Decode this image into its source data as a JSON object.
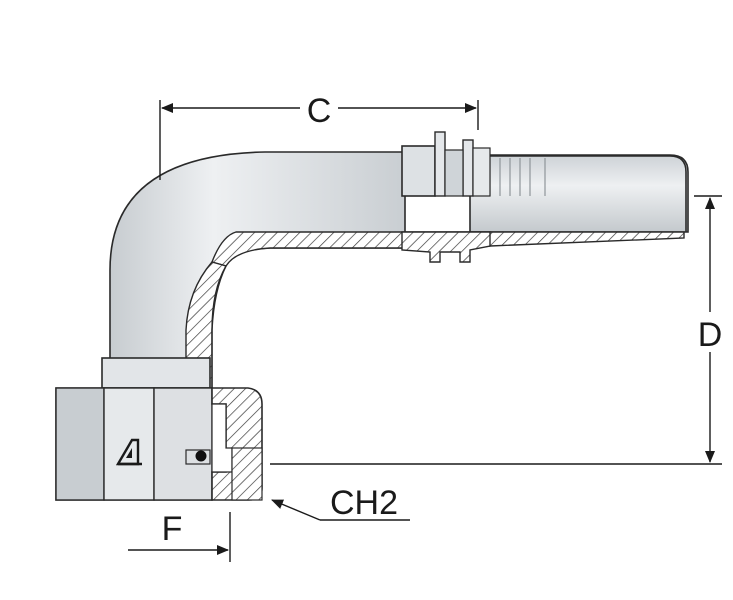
{
  "labels": {
    "c": "C",
    "d": "D",
    "f": "F",
    "ch2": "CH2"
  },
  "colors": {
    "body_fill": "#dfe3e6",
    "body_shade": "#c9ced2",
    "nut_fill": "#d7dbde",
    "outline": "#2a2a2a",
    "dimension_line": "#1a1a1a",
    "section_hatch": "#3a3a3a"
  },
  "icons": {
    "logo": "brand-mark-icon"
  }
}
